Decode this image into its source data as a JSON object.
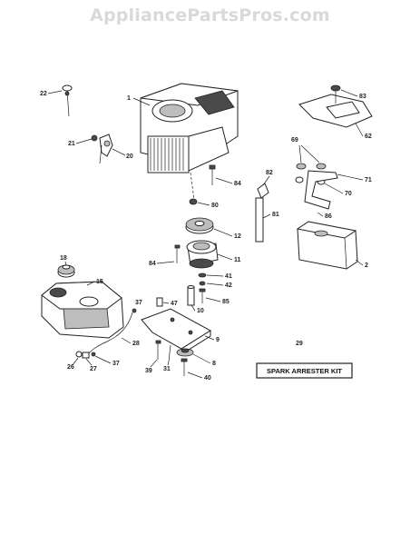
{
  "watermark": "AppliancePartsPros.com",
  "labels": {
    "p1": "1",
    "p2": "2",
    "p8": "8",
    "p9": "9",
    "p10": "10",
    "p11": "11",
    "p12": "12",
    "p15": "15",
    "p18": "18",
    "p20": "20",
    "p21": "21",
    "p22": "22",
    "p26": "26",
    "p27": "27",
    "p28": "28",
    "p29": "29",
    "p31": "31",
    "p37a": "37",
    "p37b": "37",
    "p39": "39",
    "p40": "40",
    "p41": "41",
    "p42": "42",
    "p47": "47",
    "p62": "62",
    "p69": "69",
    "p70": "70",
    "p71": "71",
    "p80": "80",
    "p81": "81",
    "p82": "82",
    "p83": "83",
    "p84a": "84",
    "p84b": "84",
    "p85": "85",
    "p86": "86"
  },
  "kit_label": "SPARK ARRESTER KIT"
}
